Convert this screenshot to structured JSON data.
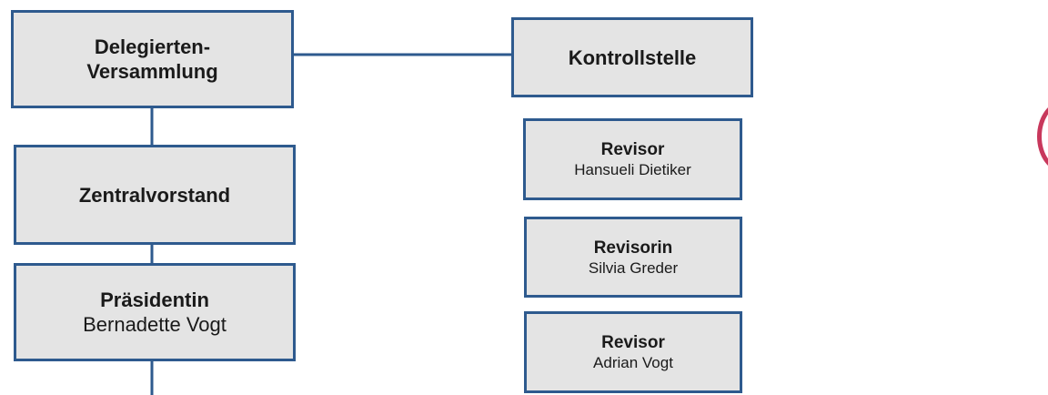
{
  "orgchart": {
    "delegiertenversammlung": {
      "title": "Delegierten-\nVersammlung"
    },
    "zentralvorstand": {
      "title": "Zentralvorstand"
    },
    "praesidentin": {
      "title": "Präsidentin",
      "name": "Bernadette Vogt"
    },
    "kontrollstelle": {
      "title": "Kontrollstelle"
    },
    "revisoren": [
      {
        "title": "Revisor",
        "name": "Hansueli Dietiker"
      },
      {
        "title": "Revisorin",
        "name": "Silvia Greder"
      },
      {
        "title": "Revisor",
        "name": "Adrian Vogt"
      }
    ]
  },
  "colors": {
    "box_border": "#2e5a8e",
    "box_fill": "#e4e4e4",
    "connector": "#2e5a8e",
    "edge_accent": "#c8385c"
  }
}
